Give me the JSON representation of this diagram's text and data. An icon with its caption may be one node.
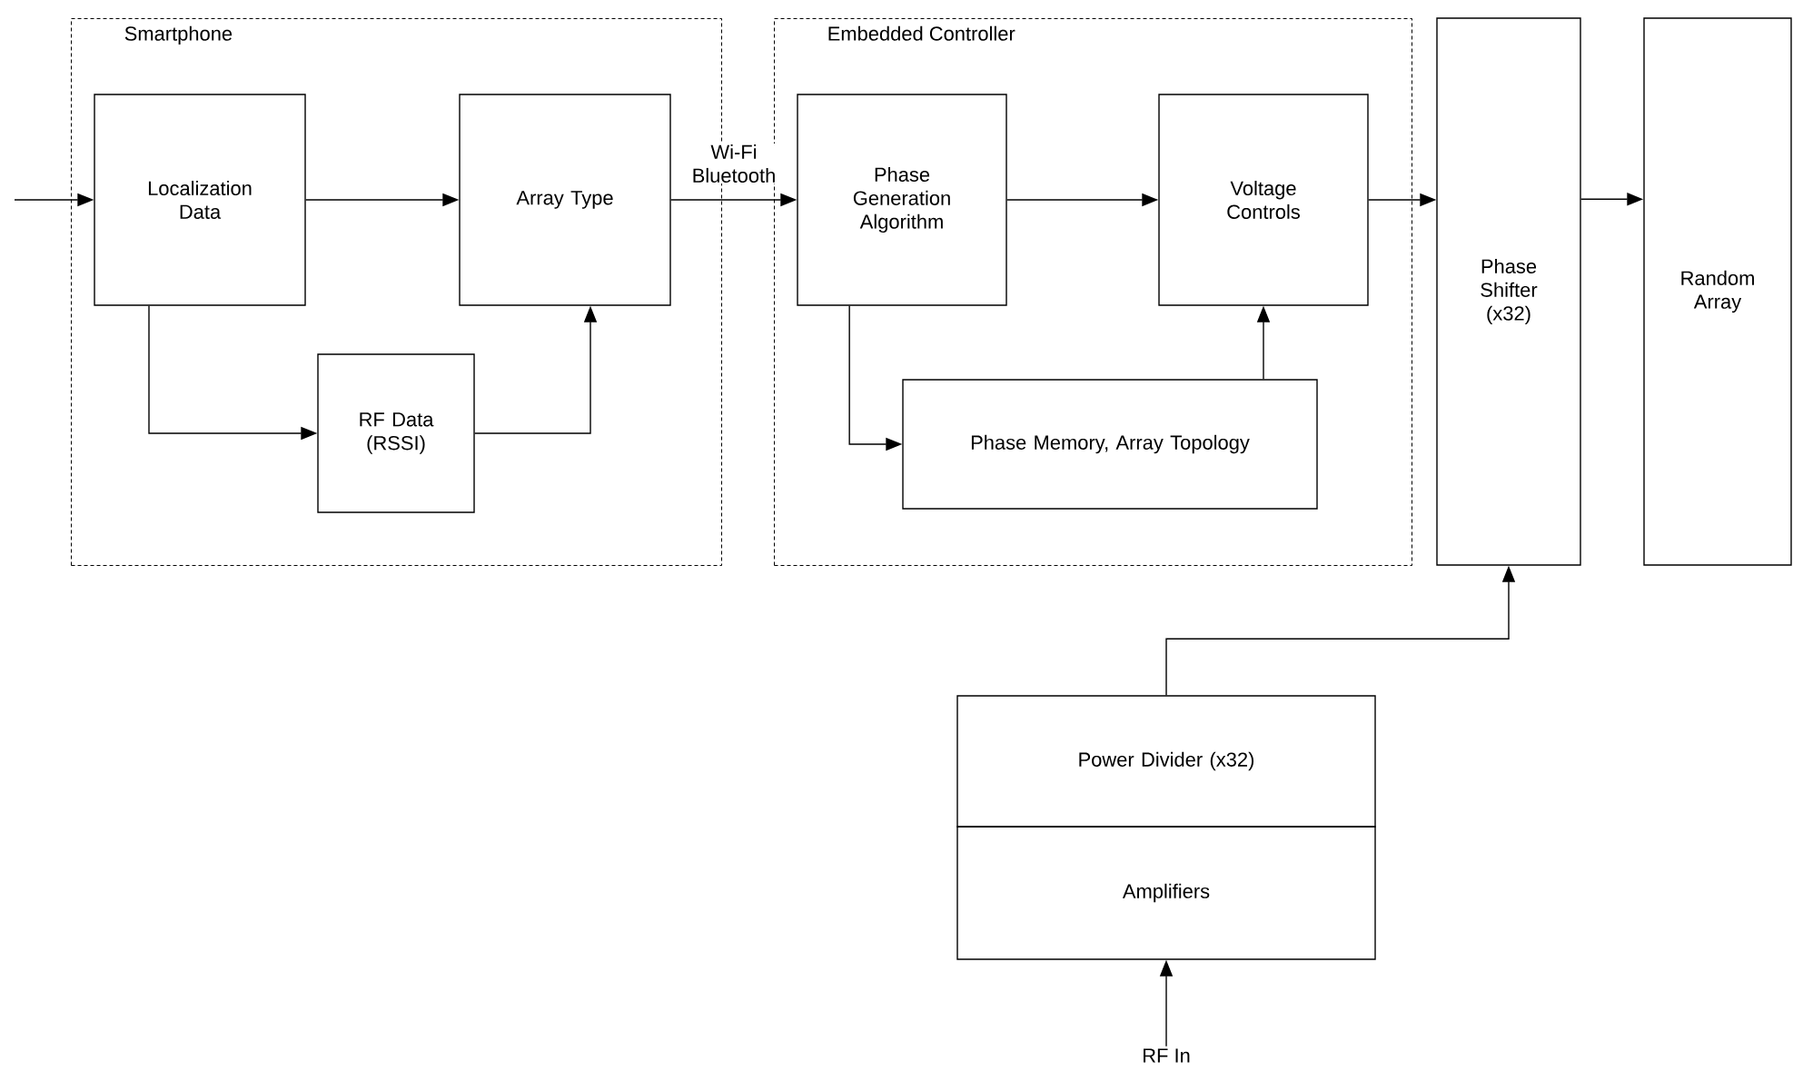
{
  "diagram": {
    "nodes": [
      {
        "text": [
          "Smartphone"
        ]
      },
      {
        "text": [
          "Localization Data"
        ],
        "in": 0
      },
      {
        "text": [
          "Array Type"
        ],
        "in": 0
      },
      {
        "text": [
          "RF Data (RSSI)"
        ],
        "in": 0
      },
      {
        "text": [
          "Embedded Controller"
        ]
      },
      {
        "text": [
          "Phase Generation Algorithm"
        ],
        "in": 4
      },
      {
        "text": [
          "Voltage Controls"
        ],
        "in": 4
      },
      {
        "text": [
          "Phase Memory, Array Topology"
        ],
        "in": 4
      },
      {
        "text": [
          "Phase Shifter (x32)"
        ]
      },
      {
        "text": [
          "Random Array"
        ]
      },
      {
        "text": [
          "Power Divider (x32)"
        ]
      },
      {
        "text": [
          "Amplifiers"
        ]
      },
      {
        "text": [
          "RF In"
        ]
      }
    ],
    "edges": [
      {
        "from": null,
        "to": 1,
        "arrow": "to"
      },
      {
        "from": 1,
        "to": 2,
        "arrow": "to"
      },
      {
        "from": 1,
        "to": 3,
        "arrow": "to"
      },
      {
        "from": 3,
        "to": 2,
        "arrow": "to"
      },
      {
        "from": 2,
        "to": 5,
        "arrow": "to",
        "label": "Wi-Fi Bluetooth"
      },
      {
        "from": 5,
        "to": 6,
        "arrow": "to"
      },
      {
        "from": 5,
        "to": 7,
        "arrow": "to"
      },
      {
        "from": 7,
        "to": 6,
        "arrow": "to"
      },
      {
        "from": 6,
        "to": 8,
        "arrow": "to"
      },
      {
        "from": 8,
        "to": 9,
        "arrow": "to"
      },
      {
        "from": 10,
        "to": 8,
        "arrow": "to"
      },
      {
        "from": 12,
        "to": 11,
        "arrow": "to"
      }
    ]
  }
}
